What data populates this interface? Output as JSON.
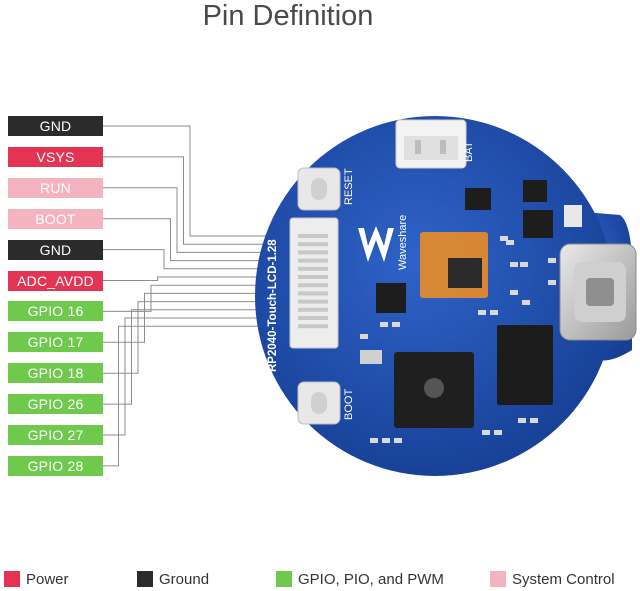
{
  "title": "Pin Definition",
  "colors": {
    "power": "#e53353",
    "ground": "#2b2b2b",
    "gpio": "#6fc94c",
    "system": "#f5b3c0"
  },
  "pins": [
    {
      "label": "GND",
      "kind": "ground"
    },
    {
      "label": "VSYS",
      "kind": "power"
    },
    {
      "label": "RUN",
      "kind": "system"
    },
    {
      "label": "BOOT",
      "kind": "system"
    },
    {
      "label": "GND",
      "kind": "ground"
    },
    {
      "label": "ADC_AVDD",
      "kind": "power"
    },
    {
      "label": "GPIO 16",
      "kind": "gpio"
    },
    {
      "label": "GPIO 17",
      "kind": "gpio"
    },
    {
      "label": "GPIO 18",
      "kind": "gpio"
    },
    {
      "label": "GPIO 26",
      "kind": "gpio"
    },
    {
      "label": "GPIO 27",
      "kind": "gpio"
    },
    {
      "label": "GPIO 28",
      "kind": "gpio"
    }
  ],
  "board": {
    "model": "RP2040-Touch-LCD-1.28",
    "brand": "Waveshare",
    "reset_label": "RESET",
    "boot_label": "BOOT",
    "bat_label": "BAT"
  },
  "legend": [
    {
      "label": "Power",
      "kind": "power"
    },
    {
      "label": "Ground",
      "kind": "ground"
    },
    {
      "label": "GPIO, PIO, and PWM",
      "kind": "gpio"
    },
    {
      "label": "System Control",
      "kind": "system"
    }
  ]
}
